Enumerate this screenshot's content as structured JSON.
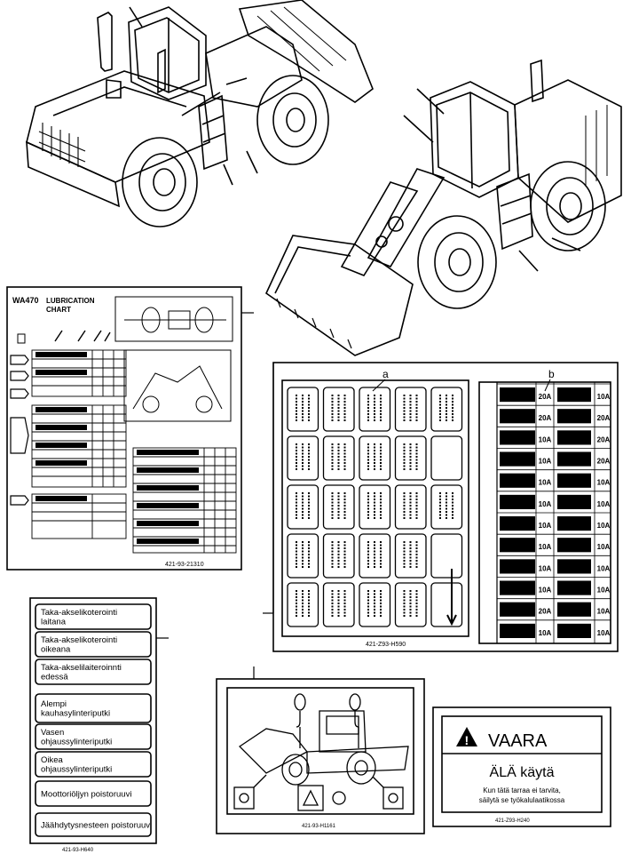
{
  "lubrication_chart": {
    "model": "WA470",
    "title_line1": "LUBRICATION",
    "title_line2": "CHART",
    "part_number": "421-93-21310"
  },
  "fuse_panel": {
    "label_a": "a",
    "label_b": "b",
    "part_number": "421-Z93-H590",
    "ratings": [
      "20A",
      "20A",
      "10A",
      "10A",
      "10A",
      "10A",
      "10A",
      "10A",
      "10A",
      "10A",
      "20A",
      "10A",
      "10A",
      "20A",
      "20A",
      "20A",
      "10A",
      "10A",
      "10A",
      "10A",
      "10A",
      "10A",
      "10A",
      "10A"
    ]
  },
  "finnish_labels": {
    "items": [
      "Taka-akselikoterointi\nlaitana",
      "Taka-akselikoterointi\noikeana",
      "Taka-akselilaiteroinnti\nedessä",
      "Alempi\nkauhasylinteriputki",
      "Vasen\nohjaussylinteriputki",
      "Oikea\nohjaussylinteriputki",
      "Moottoriöljyn poistoruuvi",
      "Jäähdytysnesteen poistoruuvi"
    ],
    "part_number": "421-93-H640"
  },
  "lift_label": {
    "part_number": "421-93-H1161"
  },
  "warning_label": {
    "signal_word": "VAARA",
    "headline": "ÄLÄ käytä",
    "line1": "Kun tätä tarraa ei tarvita,",
    "line2": "säilytä se työkalulaatikossa",
    "part_number": "421-Z93-H240"
  }
}
